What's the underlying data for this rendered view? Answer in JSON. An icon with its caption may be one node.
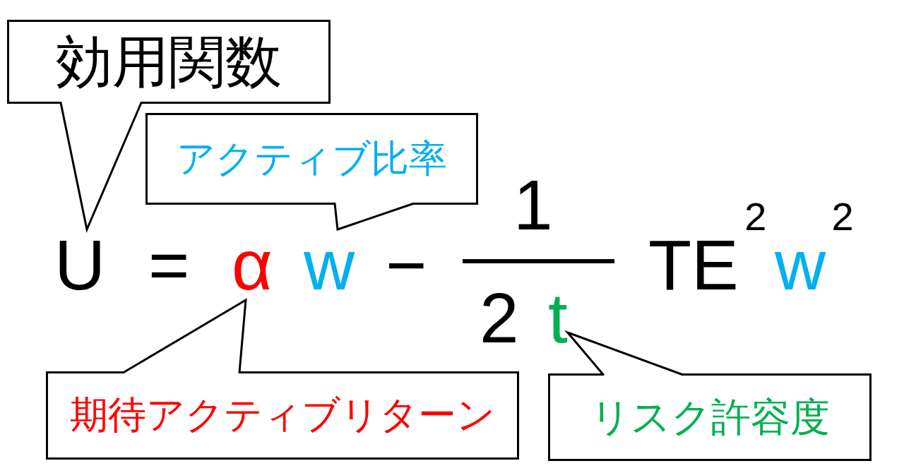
{
  "diagram": {
    "nodes": [
      {
        "text": [
          "効用関数"
        ]
      },
      {
        "text": [
          "アクティブ比率"
        ]
      },
      {
        "text": [
          "U"
        ]
      },
      {
        "text": [
          "α"
        ]
      },
      {
        "text": [
          "w"
        ]
      },
      {
        "text": [
          "t"
        ]
      },
      {
        "text": [
          "期待アクティブリターン"
        ]
      },
      {
        "text": [
          "リスク許容度"
        ]
      }
    ],
    "edges": [
      {
        "from": 0,
        "to": 2,
        "arrow": "none"
      },
      {
        "from": 1,
        "to": 4,
        "arrow": "none"
      },
      {
        "from": 6,
        "to": 3,
        "arrow": "none"
      },
      {
        "from": 7,
        "to": 5,
        "arrow": "none"
      }
    ],
    "labels": [
      "=",
      "−",
      "1",
      "2",
      "TE$^{2}$",
      "w$^{2}$"
    ]
  }
}
